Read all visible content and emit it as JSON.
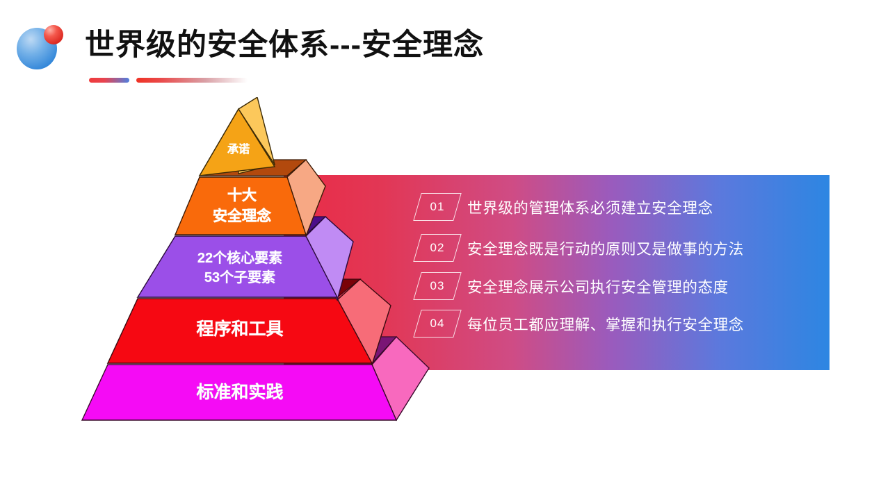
{
  "slide": {
    "title": "世界级的安全体系---安全理念",
    "logo_icon": "blue-red-circles-logo"
  },
  "pyramid": {
    "tiers": [
      {
        "id": "tier-apex",
        "lines": [
          "承诺"
        ],
        "color": "#F5A316",
        "side_color": "#FCC85B"
      },
      {
        "id": "tier-second",
        "lines": [
          "十大",
          "安全理念"
        ],
        "color": "#F96A0B",
        "side_color": "#F7A884"
      },
      {
        "id": "tier-third",
        "lines": [
          "22个核心要素",
          "53个子要素"
        ],
        "color": "#9B4FE8",
        "side_color": "#C08BF4"
      },
      {
        "id": "tier-fourth",
        "lines": [
          "程序和工具"
        ],
        "color": "#F60812",
        "side_color": "#F76C78"
      },
      {
        "id": "tier-base",
        "lines": [
          "标准和实践"
        ],
        "color": "#F50BF5",
        "side_color": "#F869BE"
      }
    ]
  },
  "info_panel": {
    "gradient_from": "#ea2b46",
    "gradient_to": "#2d86e2",
    "items": [
      {
        "number": "01",
        "text": "世界级的管理体系必须建立安全理念"
      },
      {
        "number": "02",
        "text": "安全理念既是行动的原则又是做事的方法"
      },
      {
        "number": "03",
        "text": "安全理念展示公司执行安全管理的态度"
      },
      {
        "number": "04",
        "text": "每位员工都应理解、掌握和执行安全理念"
      }
    ]
  }
}
